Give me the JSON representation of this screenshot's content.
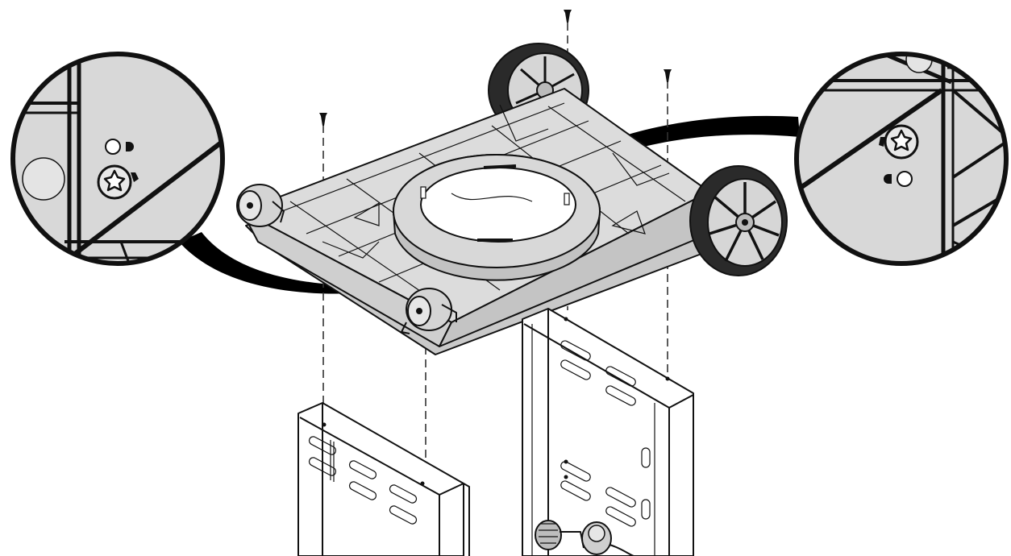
{
  "diagram": {
    "parts": [
      "grill-cart-base",
      "left-wheel",
      "right-wheel",
      "left-caster-rear",
      "left-caster-front",
      "left-side-panel",
      "right-side-panel",
      "screw"
    ],
    "zoom_views": [
      {
        "side": "left",
        "shows": "screw-hole-detail"
      },
      {
        "side": "right",
        "shows": "screw-hole-detail"
      }
    ],
    "colors": {
      "line": "#111111",
      "fill_part": "#d8d8d8",
      "fill_dark": "#bdbdbd",
      "callout_band": "#000000",
      "background": "#ffffff"
    }
  }
}
